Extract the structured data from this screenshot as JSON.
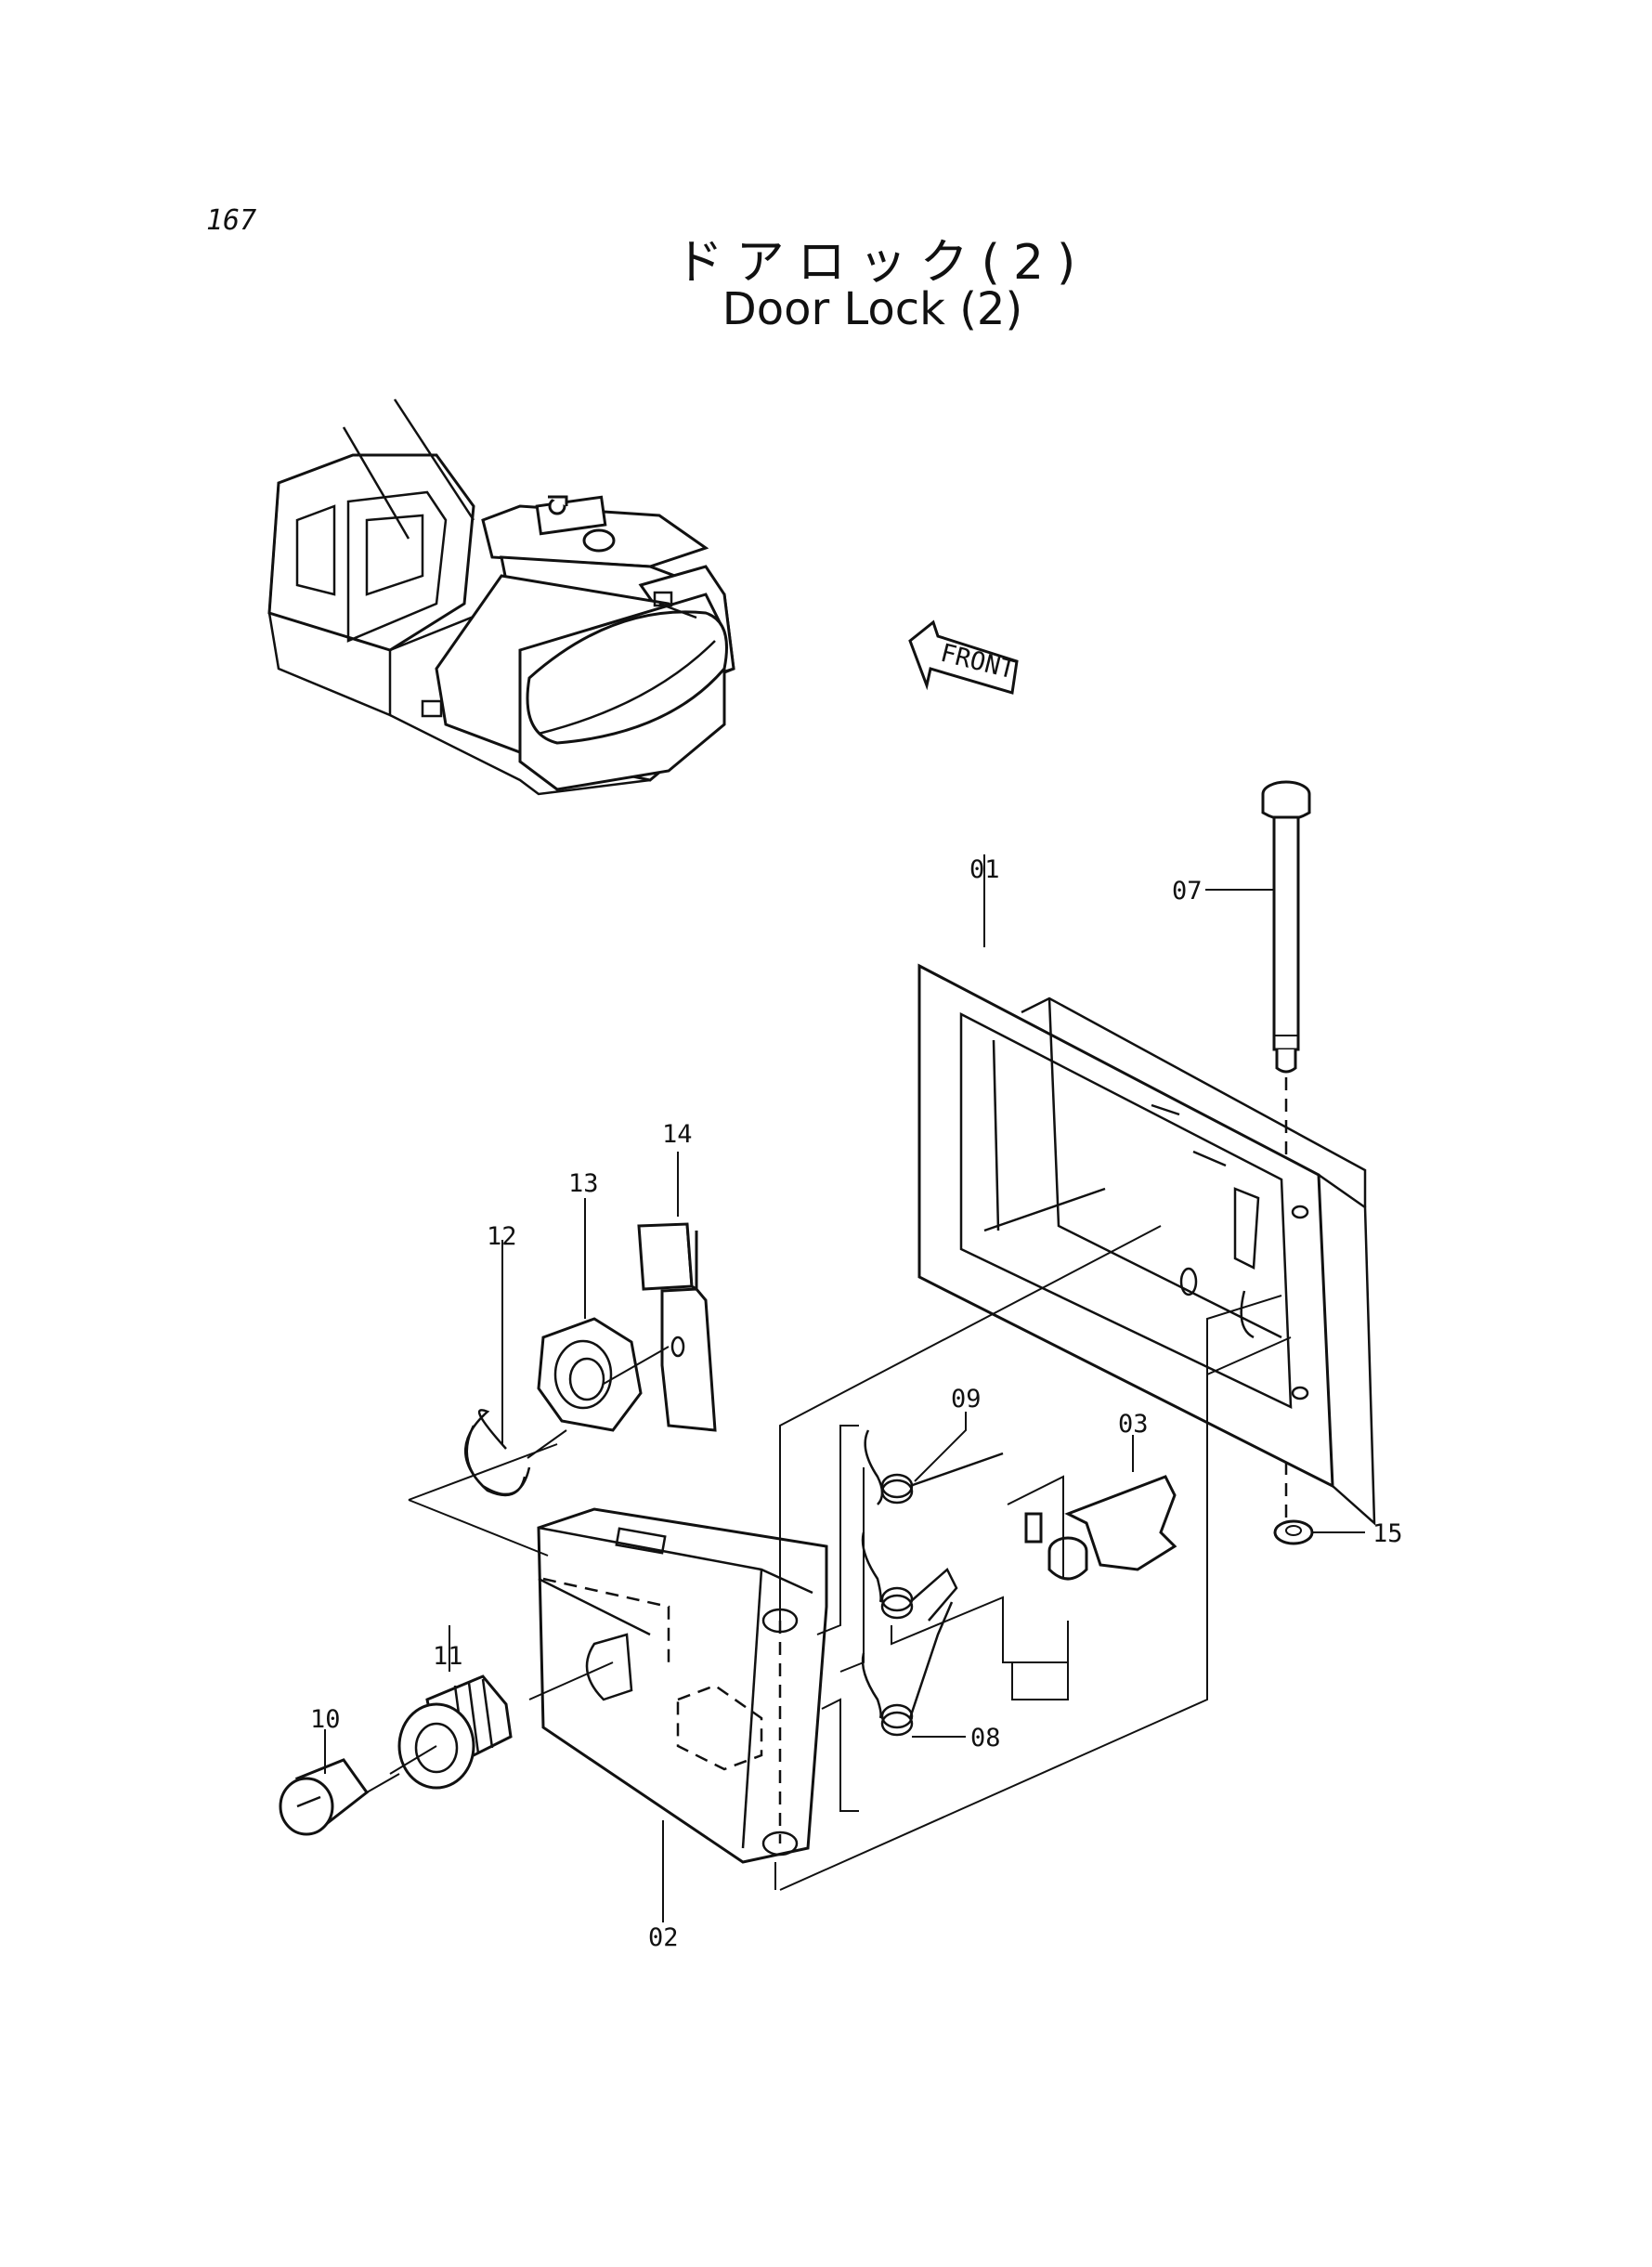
{
  "page_number": "167",
  "title_japanese": "ドアロック(2)",
  "title_english": "Door Lock (2)",
  "front_arrow_label": "FRONT",
  "part_labels": {
    "p01": "01",
    "p02": "02",
    "p03": "03",
    "p07": "07",
    "p08": "08",
    "p09": "09",
    "p10": "10",
    "p11": "11",
    "p12": "12",
    "p13": "13",
    "p14": "14",
    "p15": "15"
  }
}
